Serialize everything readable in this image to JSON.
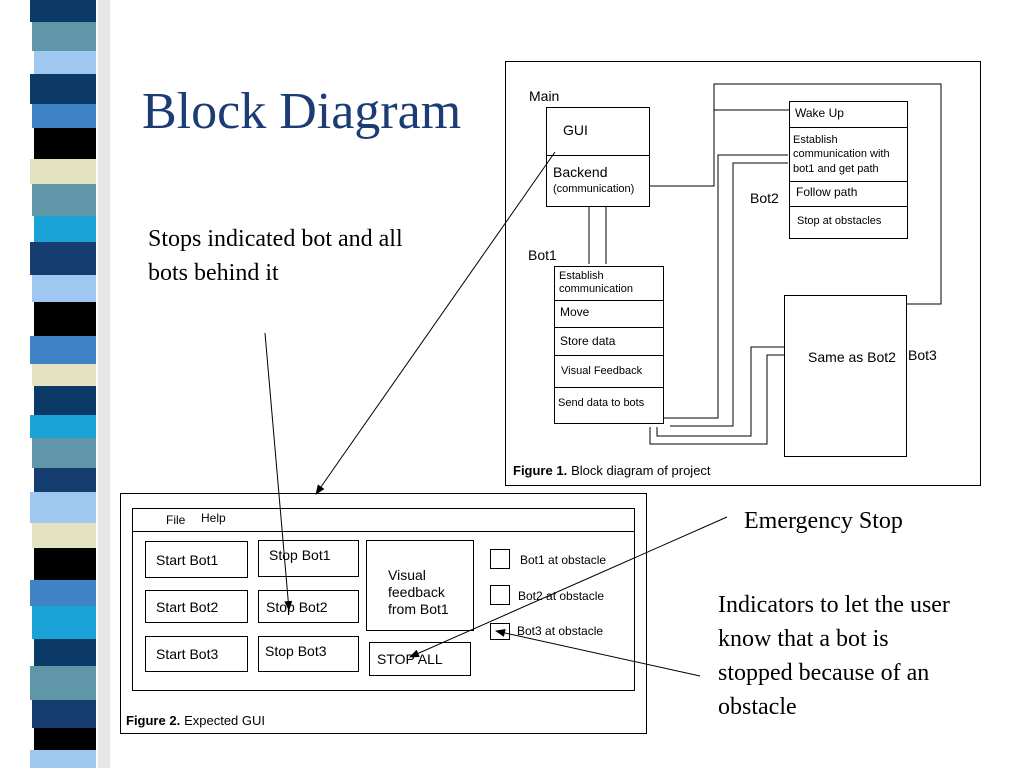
{
  "slide": {
    "title": "Block Diagram",
    "note_stops": "Stops indicated bot and all bots behind it",
    "note_emergency": "Emergency Stop",
    "note_indicators": "Indicators to let the user know that a bot is stopped because of an obstacle"
  },
  "figure1": {
    "caption_bold": "Figure 1.",
    "caption_text": "Block diagram of project",
    "main": {
      "label": "Main",
      "gui": "GUI",
      "backend": "Backend",
      "backend_sub": "(communication)"
    },
    "bot1": {
      "label": "Bot1",
      "cells": [
        "Establish communication",
        "Move",
        "Store data",
        "Visual Feedback",
        "Send data to bots"
      ]
    },
    "bot2": {
      "label": "Bot2",
      "cells": [
        "Wake Up",
        "Establish communication with bot1 and get path",
        "Follow path",
        "Stop at obstacles"
      ]
    },
    "bot3": {
      "label": "Bot3",
      "box_text": "Same as Bot2"
    }
  },
  "figure2": {
    "caption_bold": "Figure 2.",
    "caption_text": "Expected GUI",
    "menu": [
      "File",
      "Help"
    ],
    "start_buttons": [
      "Start Bot1",
      "Start Bot2",
      "Start Bot3"
    ],
    "stop_buttons": [
      "Stop Bot1",
      "Stop Bot2",
      "Stop Bot3"
    ],
    "feedback_panel": "Visual feedback from Bot1",
    "stop_all": "STOP ALL",
    "indicators": [
      "Bot1 at obstacle",
      "Bot2 at obstacle",
      "Bot3 at obstacle"
    ]
  },
  "colors": {
    "title": "#1b3c74",
    "stripe_palette": [
      "#0b3a66",
      "#3f83c6",
      "#5f97a8",
      "#000000",
      "#e3e3c1",
      "#9ec8f0",
      "#1aa3d6",
      "#163d6f"
    ]
  }
}
